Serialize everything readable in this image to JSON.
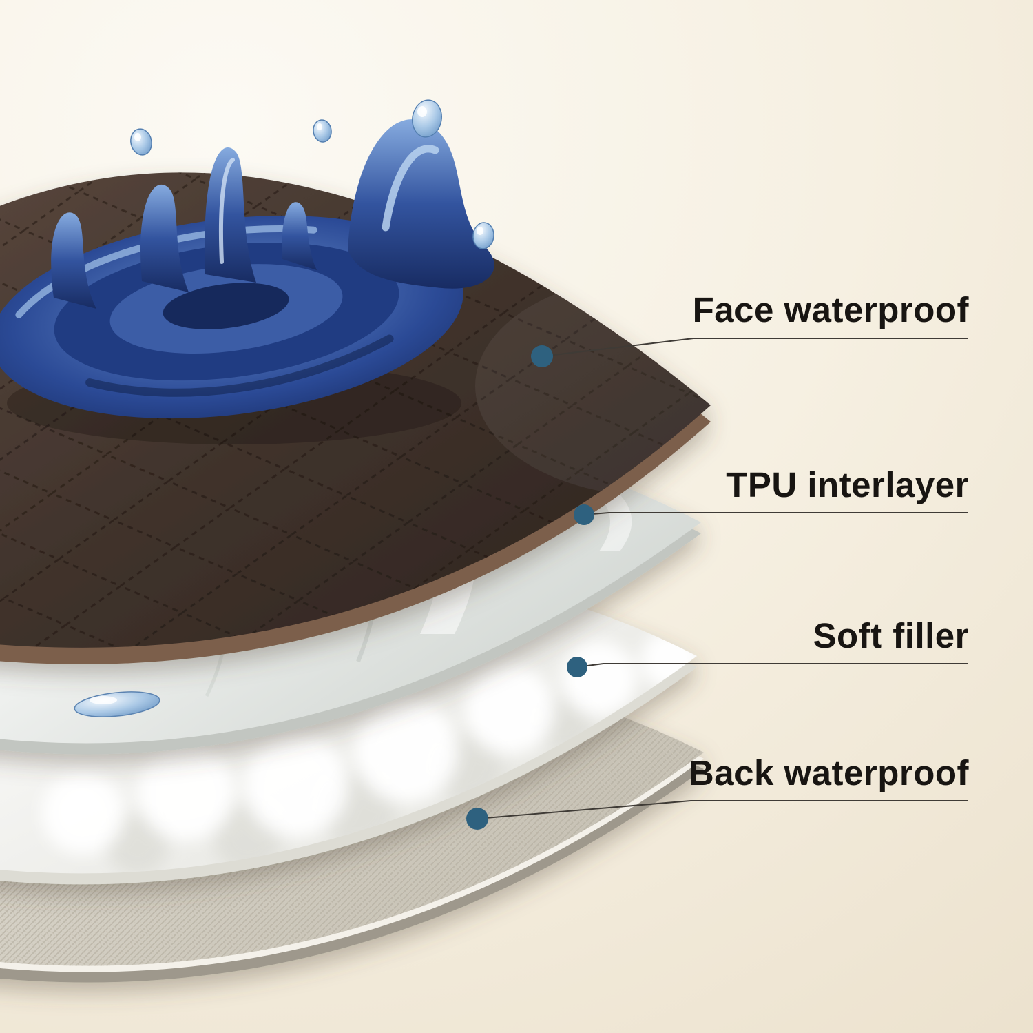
{
  "diagram": {
    "type": "product-layer-diagram",
    "subject": "four-layer waterproof pad cross-section",
    "layers": [
      {
        "name": "face-waterproof",
        "label": "Face waterproof"
      },
      {
        "name": "tpu-interlayer",
        "label": "TPU interlayer"
      },
      {
        "name": "soft-filler",
        "label": "Soft filler"
      },
      {
        "name": "back-waterproof",
        "label": "Back waterproof"
      }
    ],
    "colors": {
      "background_light": "#fcfaf4",
      "background_dark": "#eadfca",
      "dot": "#2e617f",
      "leader_line": "#3f3b36",
      "text": "#181512",
      "face_layer": "#3f322b",
      "face_rim": "#7c5f4c",
      "tpu_layer": "#eff1ef",
      "filler_layer": "#f6f6f3",
      "back_layer": "#d4cfc4",
      "splash_blue": "#2d4f9e"
    }
  }
}
